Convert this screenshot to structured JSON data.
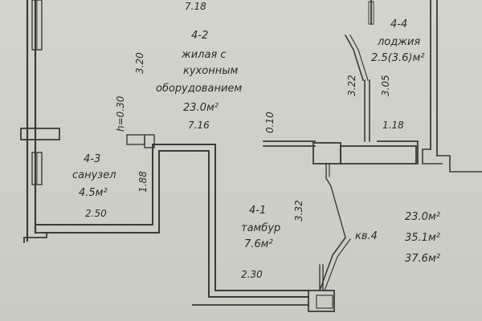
{
  "rooms": {
    "living": {
      "number": "4-2",
      "name_line1": "жилая с",
      "name_line2": "кухонным",
      "name_line3": "оборудованием",
      "area": "23.0м²"
    },
    "loggia": {
      "number": "4-4",
      "name": "лоджия",
      "area": "2.5(3.6)м²"
    },
    "bathroom": {
      "number": "4-3",
      "name": "санузел",
      "area": "4.5м²"
    },
    "vestibule": {
      "number": "4-1",
      "name": "тамбур",
      "area": "7.6м²"
    }
  },
  "apartment": {
    "label": "кв.4",
    "area_living": "23.0м²",
    "area_total": "35.1м²",
    "area_with_loggia": "37.6м²"
  },
  "dimensions": {
    "top_width": "7.18",
    "living_height": "3.20",
    "bath_ceiling_h": "h=0.30",
    "living_width": "7.16",
    "bath_height": "1.88",
    "bath_width": "2.50",
    "loggia_depth_a": "3.22",
    "loggia_depth_b": "3.05",
    "wall_010": "0.10",
    "loggia_width": "1.18",
    "vestibule_height": "3.32",
    "vestibule_width": "2.30"
  }
}
